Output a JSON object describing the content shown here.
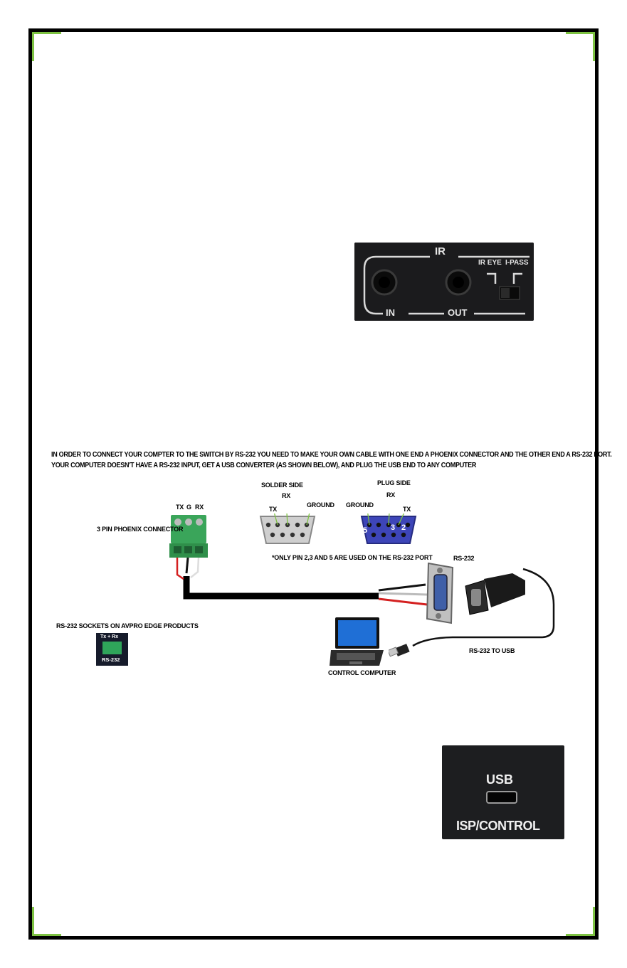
{
  "accent_color": "#7dc242",
  "ir_panel": {
    "title": "IR",
    "ir_eye_label": "IR EYE",
    "i_pass_label": "I-PASS",
    "in_label": "IN",
    "out_label": "OUT"
  },
  "rs232_diagram": {
    "instruction_line1": "IN ORDER TO CONNECT YOUR COMPTER TO THE SWITCH BY RS-232 YOU NEED TO MAKE YOUR OWN CABLE WITH ONE END A PHOENIX CONNECTOR AND THE OTHER END A RS-232 PORT.",
    "instruction_line2": "YOUR COMPUTER DOESN'T HAVE A RS-232 INPUT, GET A USB CONVERTER (AS SHOWN BELOW), AND PLUG THE USB END TO ANY COMPUTER",
    "phoenix_label": "3 PIN PHOENIX CONNECTOR",
    "phoenix_pins": [
      "TX",
      "G",
      "RX"
    ],
    "solder_side_label": "SOLDER SIDE",
    "solder_rx": "RX",
    "solder_tx": "TX",
    "solder_ground": "GROUND",
    "plug_side_label": "PLUG SIDE",
    "plug_rx": "RX",
    "plug_ground": "GROUND",
    "plug_tx": "TX",
    "plug_pin_numbers": [
      "5",
      "3",
      "2"
    ],
    "pin_note": "*ONLY PIN 2,3 AND 5 ARE USED ON THE RS-232 PORT",
    "rs232_label": "RS-232",
    "rs232_to_usb_label": "RS-232 TO USB",
    "control_computer_label": "CONTROL COMPUTER",
    "sockets_label": "RS-232 SOCKETS ON AVPRO EDGE PRODUCTS",
    "socket_top_text": "Tx + Rx",
    "socket_bottom_text": "RS-232"
  },
  "usb_panel": {
    "usb_label": "USB",
    "isp_label": "ISP/CONTROL"
  }
}
